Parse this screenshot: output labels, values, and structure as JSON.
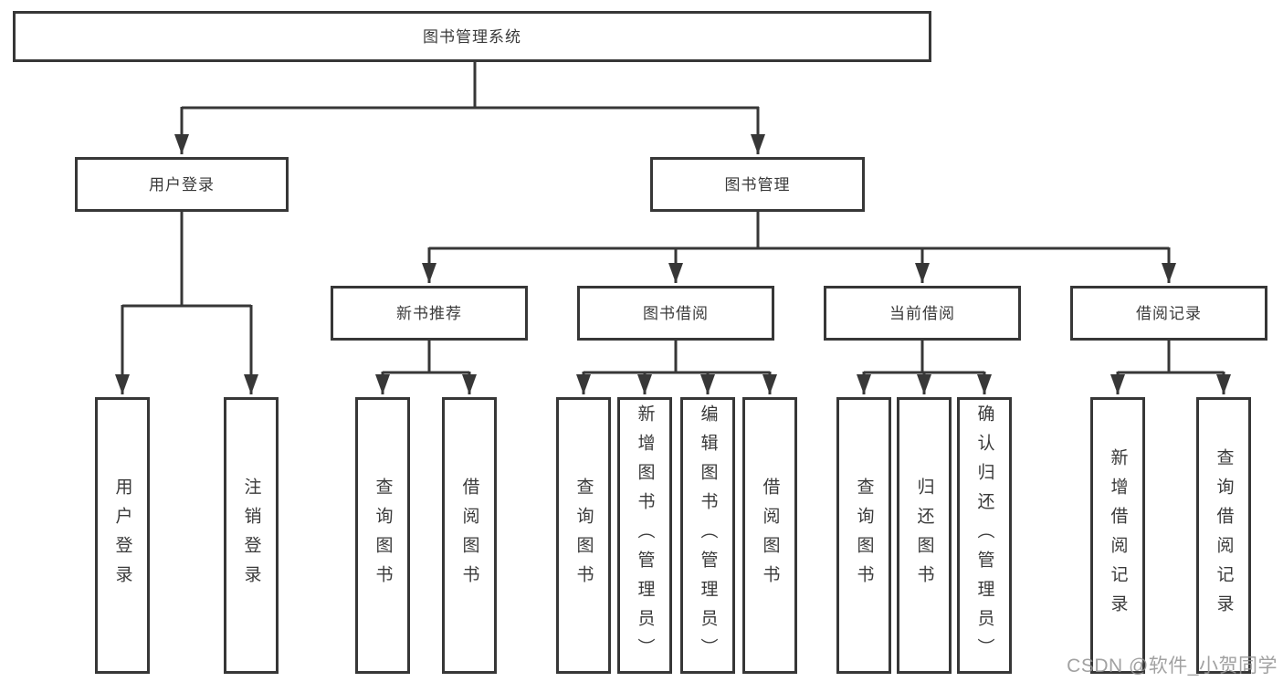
{
  "diagram_title": "图书管理系统",
  "tree": {
    "label": "图书管理系统",
    "children": [
      {
        "label": "用户登录",
        "children": [
          {
            "label": "用户登录"
          },
          {
            "label": "注销登录"
          }
        ]
      },
      {
        "label": "图书管理",
        "children": [
          {
            "label": "新书推荐",
            "children": [
              {
                "label": "查询图书"
              },
              {
                "label": "借阅图书"
              }
            ]
          },
          {
            "label": "图书借阅",
            "children": [
              {
                "label": "查询图书"
              },
              {
                "label": "新增图书（管理员）"
              },
              {
                "label": "编辑图书（管理员）"
              },
              {
                "label": "借阅图书"
              }
            ]
          },
          {
            "label": "当前借阅",
            "children": [
              {
                "label": "查询图书"
              },
              {
                "label": "归还图书"
              },
              {
                "label": "确认归还（管理员）"
              }
            ]
          },
          {
            "label": "借阅记录",
            "children": [
              {
                "label": "新增借阅记录"
              },
              {
                "label": "查询借阅记录"
              }
            ]
          }
        ]
      }
    ]
  },
  "watermark": "CSDN @软件_小贺同学",
  "colors": {
    "line": "#373737",
    "text": "#3a3a3a",
    "background": "#ffffff",
    "watermark": "#949494"
  }
}
